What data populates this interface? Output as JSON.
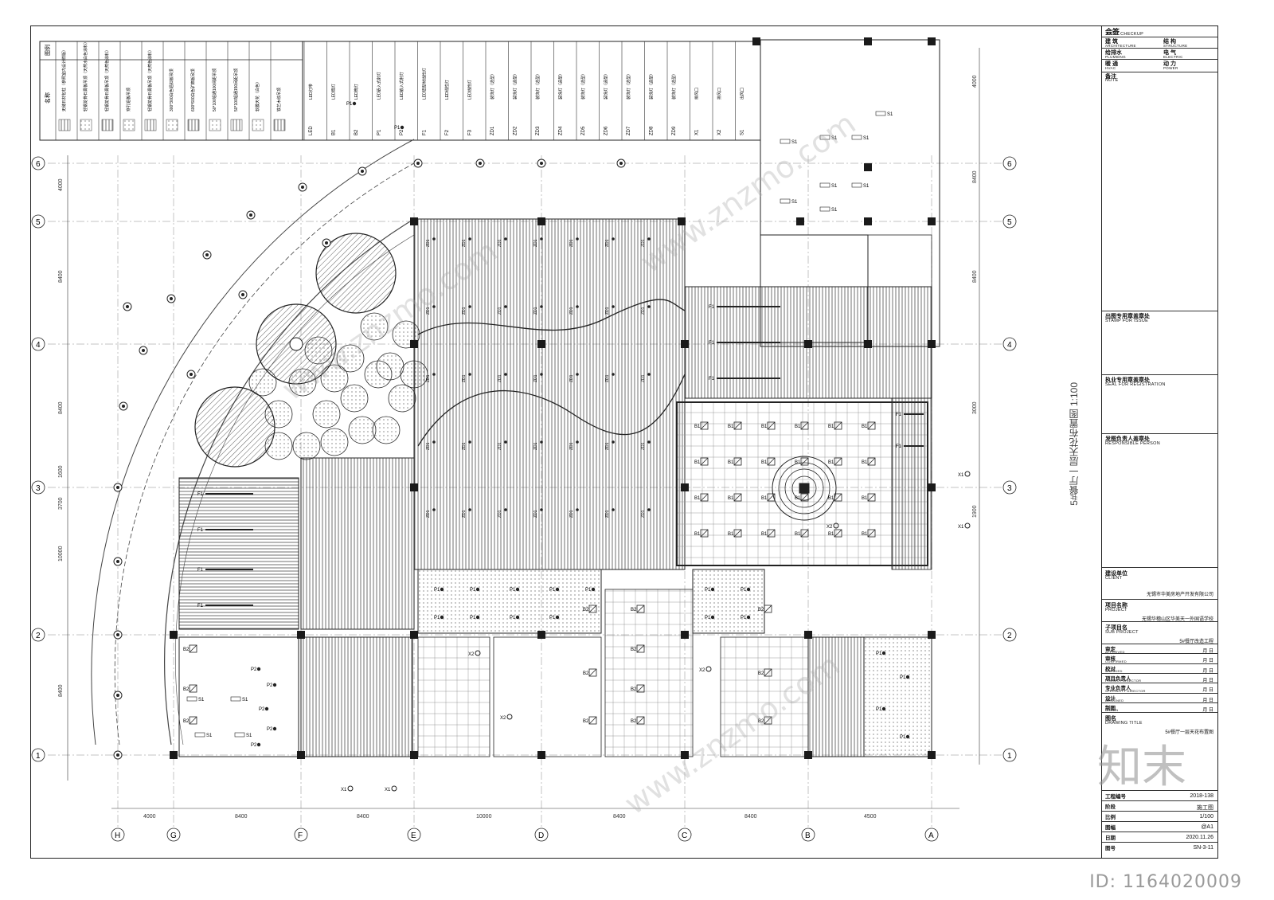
{
  "drawing": {
    "view_title": "5#餐厅一层天花布置图  1:100",
    "axis_rows": [
      "6",
      "5",
      "4",
      "3",
      "2",
      "1"
    ],
    "axis_cols": [
      "H",
      "G",
      "F",
      "E",
      "D",
      "C",
      "B",
      "A"
    ],
    "top_dims": [
      "4000",
      "8400",
      "8400",
      "3000",
      "1900"
    ],
    "side_dims": [
      "4000",
      "8400",
      "8400",
      "1600",
      "3700",
      "10000",
      "8400"
    ],
    "bottom_dims": [
      "4000",
      "8400",
      "8400",
      "10000",
      "8400",
      "8400",
      "4500"
    ],
    "labels": {
      "zd": "ZD1",
      "p1": "P1",
      "p2": "P2",
      "b1": "B1",
      "b2": "B2",
      "f1": "F1",
      "s1": "S1",
      "x1": "X1",
      "x2": "X2"
    },
    "legend_header": [
      "图例",
      "名称"
    ],
    "legend_items": [
      "无缝石材包柱（参照室内设计样版）",
      "轻钢龙骨石膏板吊顶（天然水白色涂料）",
      "轻钢龙骨石膏板吊顶（天然色涂料）",
      "穿孔铝板吊顶",
      "轻钢龙骨石膏板吊顶（天然色涂料）",
      "300*300白色铝扣板吊顶",
      "600*600白色矿棉板吊顶",
      "50*100铝通100间距吊顶",
      "50*100铝通150间距吊顶",
      "软膜天花（白色）",
      "铁艺木纹吊顶"
    ],
    "fixtures": [
      [
        "LED",
        "LED灯带"
      ],
      [
        "B1",
        "LED筒灯"
      ],
      [
        "B2",
        "LED筒灯"
      ],
      [
        "P1",
        "LED嵌入式射灯"
      ],
      [
        "P2",
        "LED嵌入式射灯"
      ],
      [
        "F1",
        "LED铝型材线性灯"
      ],
      [
        "F2",
        "LED线性灯"
      ],
      [
        "F3",
        "LED线性灯"
      ],
      [
        "ZD1",
        "装饰灯（选型）"
      ],
      [
        "ZD2",
        "装饰灯（选型）"
      ],
      [
        "ZD3",
        "装饰灯（选型）"
      ],
      [
        "ZD4",
        "装饰灯（选型）"
      ],
      [
        "ZD5",
        "装饰灯（选型）"
      ],
      [
        "ZD6",
        "装饰灯（选型）"
      ],
      [
        "ZD7",
        "装饰灯（选型）"
      ],
      [
        "ZD8",
        "装饰灯（选型）"
      ],
      [
        "ZD9",
        "装饰灯（选型）"
      ],
      [
        "X1",
        "排风口"
      ],
      [
        "X2",
        "排风口"
      ],
      [
        "S1",
        "出风口"
      ]
    ]
  },
  "title_block": {
    "joint_check": "会签",
    "joint_check_en": "JOINT CHECKUP",
    "disciplines": [
      {
        "cn": "建 筑",
        "en": "ARCHITECTURE"
      },
      {
        "cn": "结 构",
        "en": "STRUCTURE"
      },
      {
        "cn": "给排水",
        "en": "PLUMBING"
      },
      {
        "cn": "电 气",
        "en": "ELECTRIC"
      },
      {
        "cn": "暖 通",
        "en": "HVAC"
      },
      {
        "cn": "动 力",
        "en": "POWER"
      }
    ],
    "note": "备注",
    "note_en": "NOTE",
    "stamp_issue": "出图专用章盖章处",
    "stamp_issue_en": "STAMP FOR ISSUE",
    "stamp_reg": "执业专用章盖章处",
    "stamp_reg_en": "SEAL FOR REGISTRATION",
    "stamp_person": "发图负责人盖章处",
    "stamp_person_en": "RESPONSIBLE PERSON",
    "client": "建设单位",
    "client_en": "CLIENT",
    "client_val": "无锡市华美房地产开发有限公司",
    "project": "项目名称",
    "project_en": "PROJECT",
    "project_val": "无锡华穗山区华美天一外国语学校",
    "sub_project": "子项目名",
    "sub_project_en": "SUB PROJECT",
    "sub_project_val": "5#餐厅改造工程",
    "approvals": [
      {
        "cn": "审定",
        "en": "APPROVED"
      },
      {
        "cn": "审核",
        "en": "CONFIRMED"
      },
      {
        "cn": "校对",
        "en": "CHECKED"
      },
      {
        "cn": "项目负责人",
        "en": "PROJECT DIRECTOR"
      },
      {
        "cn": "专业负责人",
        "en": "SPECIALITY DIRECTOR"
      },
      {
        "cn": "设计",
        "en": "DESIGNED"
      },
      {
        "cn": "制图",
        "en": "DRAWN"
      }
    ],
    "month_day": "月 日",
    "drawing_title": "图名",
    "drawing_title_en": "DRAWING TITLE",
    "drawing_title_val": "5#餐厅一层天花布置图",
    "meta": [
      {
        "cn": "工程编号",
        "val": "2018-138"
      },
      {
        "cn": "阶段",
        "val": "施工图"
      },
      {
        "cn": "比例",
        "val": "1/100"
      },
      {
        "cn": "图幅",
        "val": "@A1"
      },
      {
        "cn": "日期",
        "val": "2020.11.26"
      },
      {
        "cn": "图号",
        "val": "SN-3-11"
      }
    ]
  },
  "watermark": {
    "brand": "知末",
    "site": "www.znzmo.com",
    "id": "ID: 1164020009"
  }
}
